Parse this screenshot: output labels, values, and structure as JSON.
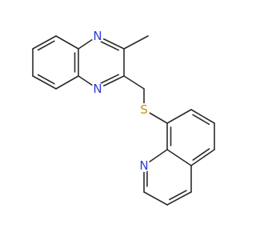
{
  "molecule": {
    "atoms": [
      {
        "id": "N1",
        "symbol": "N",
        "color": "#2f3dd6"
      },
      {
        "id": "N2",
        "symbol": "N",
        "color": "#2f3dd6"
      },
      {
        "id": "S1",
        "symbol": "S",
        "color": "#c49a00"
      },
      {
        "id": "N3",
        "symbol": "N",
        "color": "#2f3dd6"
      }
    ],
    "bond_color": "#2b2b2b"
  }
}
